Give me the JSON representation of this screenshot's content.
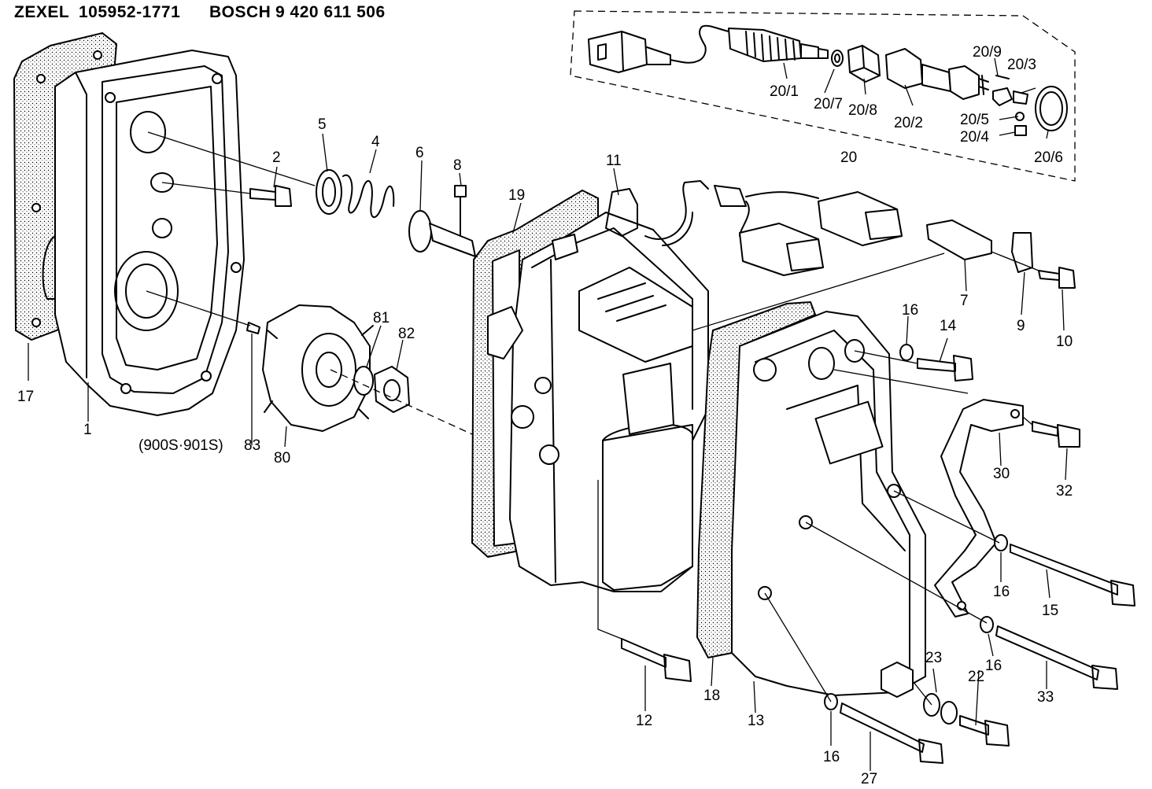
{
  "header": {
    "brand1": "ZEXEL",
    "part1": "105952-1771",
    "brand2": "BOSCH",
    "part2": "9 420 611 506"
  },
  "parts": {
    "p1": "1",
    "p2": "2",
    "p4": "4",
    "p5": "5",
    "p6": "6",
    "p7": "7",
    "p8": "8",
    "p9": "9",
    "p10": "10",
    "p11": "11",
    "p12": "12",
    "p13": "13",
    "p14": "14",
    "p15": "15",
    "p16a": "16",
    "p16b": "16",
    "p16c": "16",
    "p16d": "16",
    "p17": "17",
    "p18": "18",
    "p19": "19",
    "p20": "20",
    "p20_1": "20/1",
    "p20_2": "20/2",
    "p20_3": "20/3",
    "p20_4": "20/4",
    "p20_5": "20/5",
    "p20_6": "20/6",
    "p20_7": "20/7",
    "p20_8": "20/8",
    "p20_9": "20/9",
    "p22": "22",
    "p23": "23",
    "p27": "27",
    "p30": "30",
    "p32": "32",
    "p33": "33",
    "p80": "80",
    "p81": "81",
    "p82": "82",
    "p83": "83",
    "note83": "(900S·901S)"
  }
}
